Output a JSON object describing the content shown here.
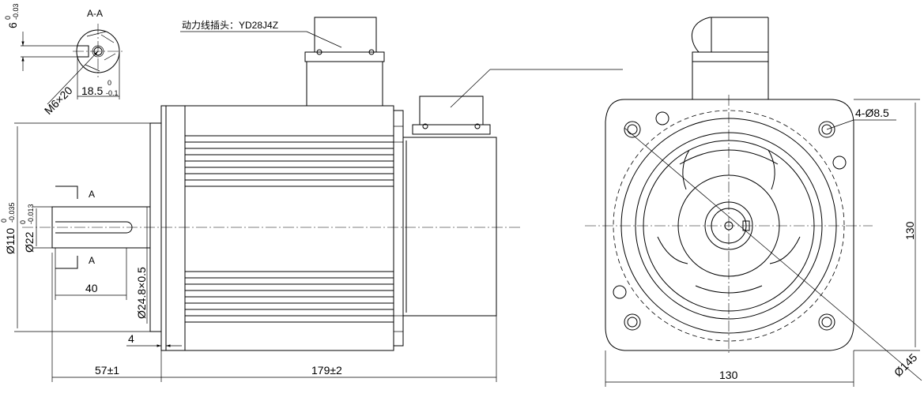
{
  "section": {
    "title": "A-A",
    "key_width": "6",
    "key_width_tol_upper": "0",
    "key_width_tol_lower": "-0.03",
    "key_depth": "18.5",
    "key_depth_tol_upper": "0",
    "key_depth_tol_lower": "-0.1",
    "thread": "M6×20"
  },
  "connector": {
    "label": "动力线插头：YD28J4Z"
  },
  "side_view": {
    "section_mark_1": "A",
    "section_mark_2": "A",
    "pilot_dia": "Ø110",
    "pilot_tol_upper": "0",
    "pilot_tol_lower": "-0.035",
    "shaft_dia": "Ø22",
    "shaft_tol_upper": "0",
    "shaft_tol_lower": "-0.013",
    "key_length": "40",
    "key_size": "Ø24.8×0.5",
    "flange_thickness": "4",
    "shaft_length": "57±1",
    "body_length": "179±2"
  },
  "front_view": {
    "holes": "4-Ø8.5",
    "height": "130",
    "width": "130",
    "pcd": "Ø145"
  }
}
